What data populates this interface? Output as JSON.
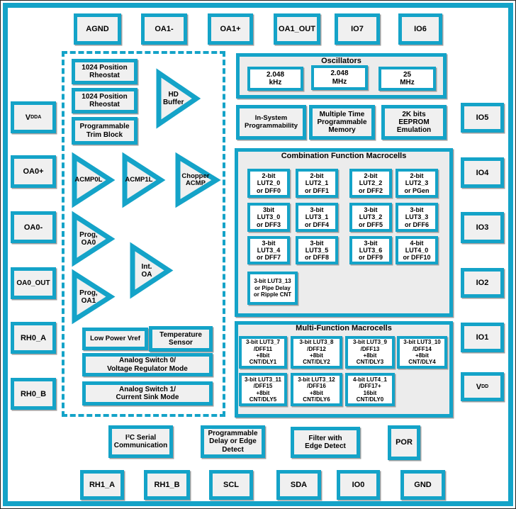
{
  "accent_color": "#14a3c8",
  "block_fill_color": "#f0f0f0",
  "panel_fill_color": "#ececec",
  "pins": {
    "top": [
      {
        "label": "AGND"
      },
      {
        "label": "OA1-"
      },
      {
        "label": "OA1+"
      },
      {
        "label": "OA1_OUT"
      },
      {
        "label": "IO7"
      },
      {
        "label": "IO6"
      }
    ],
    "left": [
      {
        "label": "V",
        "sub": "DDA"
      },
      {
        "label": "OA0+"
      },
      {
        "label": "OA0-"
      },
      {
        "label": "OA0_OUT"
      },
      {
        "label": "RH0_A"
      },
      {
        "label": "RH0_B"
      }
    ],
    "right": [
      {
        "label": "IO5"
      },
      {
        "label": "IO4"
      },
      {
        "label": "IO3"
      },
      {
        "label": "IO2"
      },
      {
        "label": "IO1"
      },
      {
        "label": "V",
        "sub": "DD"
      }
    ],
    "bottom": [
      {
        "label": "RH1_A"
      },
      {
        "label": "RH1_B"
      },
      {
        "label": "SCL"
      },
      {
        "label": "SDA"
      },
      {
        "label": "IO0"
      },
      {
        "label": "GND"
      }
    ]
  },
  "analog": {
    "rheostat1": "1024 Position\nRheostat",
    "rheostat2": "1024 Position\nRheostat",
    "trim_block": "Programmable\nTrim Block",
    "hd_buffer": "HD\nBuffer",
    "acmp0l": "ACMP0L",
    "acmp1l": "ACMP1L",
    "chopper_acmp": "Chopper\nACMP",
    "prog_oa0": "Prog,\nOA0",
    "int_oa": "Int.\nOA",
    "prog_oa1": "Prog,\nOA1",
    "low_power_vref": "Low Power Vref",
    "temp_sensor": "Temperature\nSensor",
    "analog_switch0": "Analog Switch 0/\nVoltage Regulator Mode",
    "analog_switch1": "Analog Switch 1/\nCurrent Sink Mode"
  },
  "oscillators": {
    "title": "Oscillators",
    "items": [
      "2.048\nkHz",
      "2.048\nMHz",
      "25\nMHz"
    ]
  },
  "memory": [
    "In-System\nProgrammability",
    "Multiple Time\nProgrammable\nMemory",
    "2K bits\nEEPROM\nEmulation"
  ],
  "combination": {
    "title": "Combination Function Macrocells",
    "cells": [
      "2-bit\nLUT2_0\nor DFF0",
      "2-bit\nLUT2_1\nor DFF1",
      "2-bit\nLUT2_2\nor DFF2",
      "2-bit\nLUT2_3\nor PGen",
      "3bit\nLUT3_0\nor DFF3",
      "3-bit\nLUT3_1\nor DFF4",
      "3-bit\nLUT3_2\nor DFF5",
      "3-bit\nLUT3_3\nor DFF6",
      "3-bit\nLUT3_4\nor DFF7",
      "3-bit\nLUT3_5\nor DFF8",
      "3-bit\nLUT3_6\nor DFF9",
      "4-bit\nLUT4_0\nor DFF10"
    ],
    "wide_cell": "3-bit LUT3_13\nor Pipe Delay\nor Ripple CNT"
  },
  "multifunction": {
    "title": "Multi-Function Macrocells",
    "cells": [
      "3-bit LUT3_7\n/DFF11\n+8bit\nCNT/DLY1",
      "3-bit LUT3_8\n/DFF12\n+8bit\nCNT/DLY2",
      "3-bit LUT3_9\n/DFF13\n+8bit\nCNT/DLY3",
      "3-bit LUT3_10\n/DFF14\n+8bit\nCNT/DLY4",
      "3-bit LUT3_11\n/DFF15\n+8bit\nCNT/DLY5",
      "3-bit LUT3_12\n/DFF16\n+8bit\nCNT/DLY6",
      "4-bit LUT4_1\n/DFF17+\n16bit\nCNT/DLY0"
    ]
  },
  "misc": {
    "i2c": "I²C Serial\nCommunication",
    "prog_delay": "Programmable\nDelay or Edge\nDetect",
    "filter": "Filter with\nEdge Detect",
    "por": "POR"
  }
}
